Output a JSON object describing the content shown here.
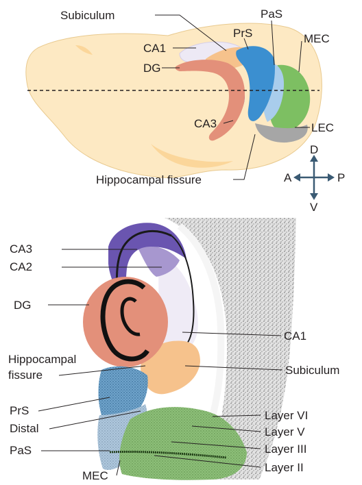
{
  "top_panel": {
    "labels": {
      "subiculum": "Subiculum",
      "pas": "PaS",
      "prs": "PrS",
      "mec": "MEC",
      "ca1": "CA1",
      "dg": "DG",
      "ca3": "CA3",
      "lec": "LEC",
      "hippocampal_fissure": "Hippocampal fissure"
    },
    "compass": {
      "dorsal": "D",
      "ventral": "V",
      "anterior": "A",
      "posterior": "P"
    }
  },
  "bottom_panel": {
    "labels": {
      "ca3": "CA3",
      "ca2": "CA2",
      "dg": "DG",
      "ca1": "CA1",
      "hippocampal_fissure_line1": "Hippocampal",
      "hippocampal_fissure_line2": "fissure",
      "subiculum": "Subiculum",
      "prs": "PrS",
      "distal": "Distal",
      "pas": "PaS",
      "mec": "MEC",
      "layer_vi": "Layer VI",
      "layer_v": "Layer V",
      "layer_iii": "Layer III",
      "layer_ii": "Layer II"
    }
  },
  "colors": {
    "brain": "#fde9c3",
    "brain_shadow": "#fbd69a",
    "ca1": "#ede9f5",
    "ca2": "#a797cf",
    "ca3": "#6a55b0",
    "dg": "#e3907a",
    "subiculum": "#f6c28c",
    "prs": "#3b8fd0",
    "pas": "#a9cdec",
    "mec": "#7dbf62",
    "lec": "#a6a6a6",
    "tissue": "#d6d6d6"
  }
}
